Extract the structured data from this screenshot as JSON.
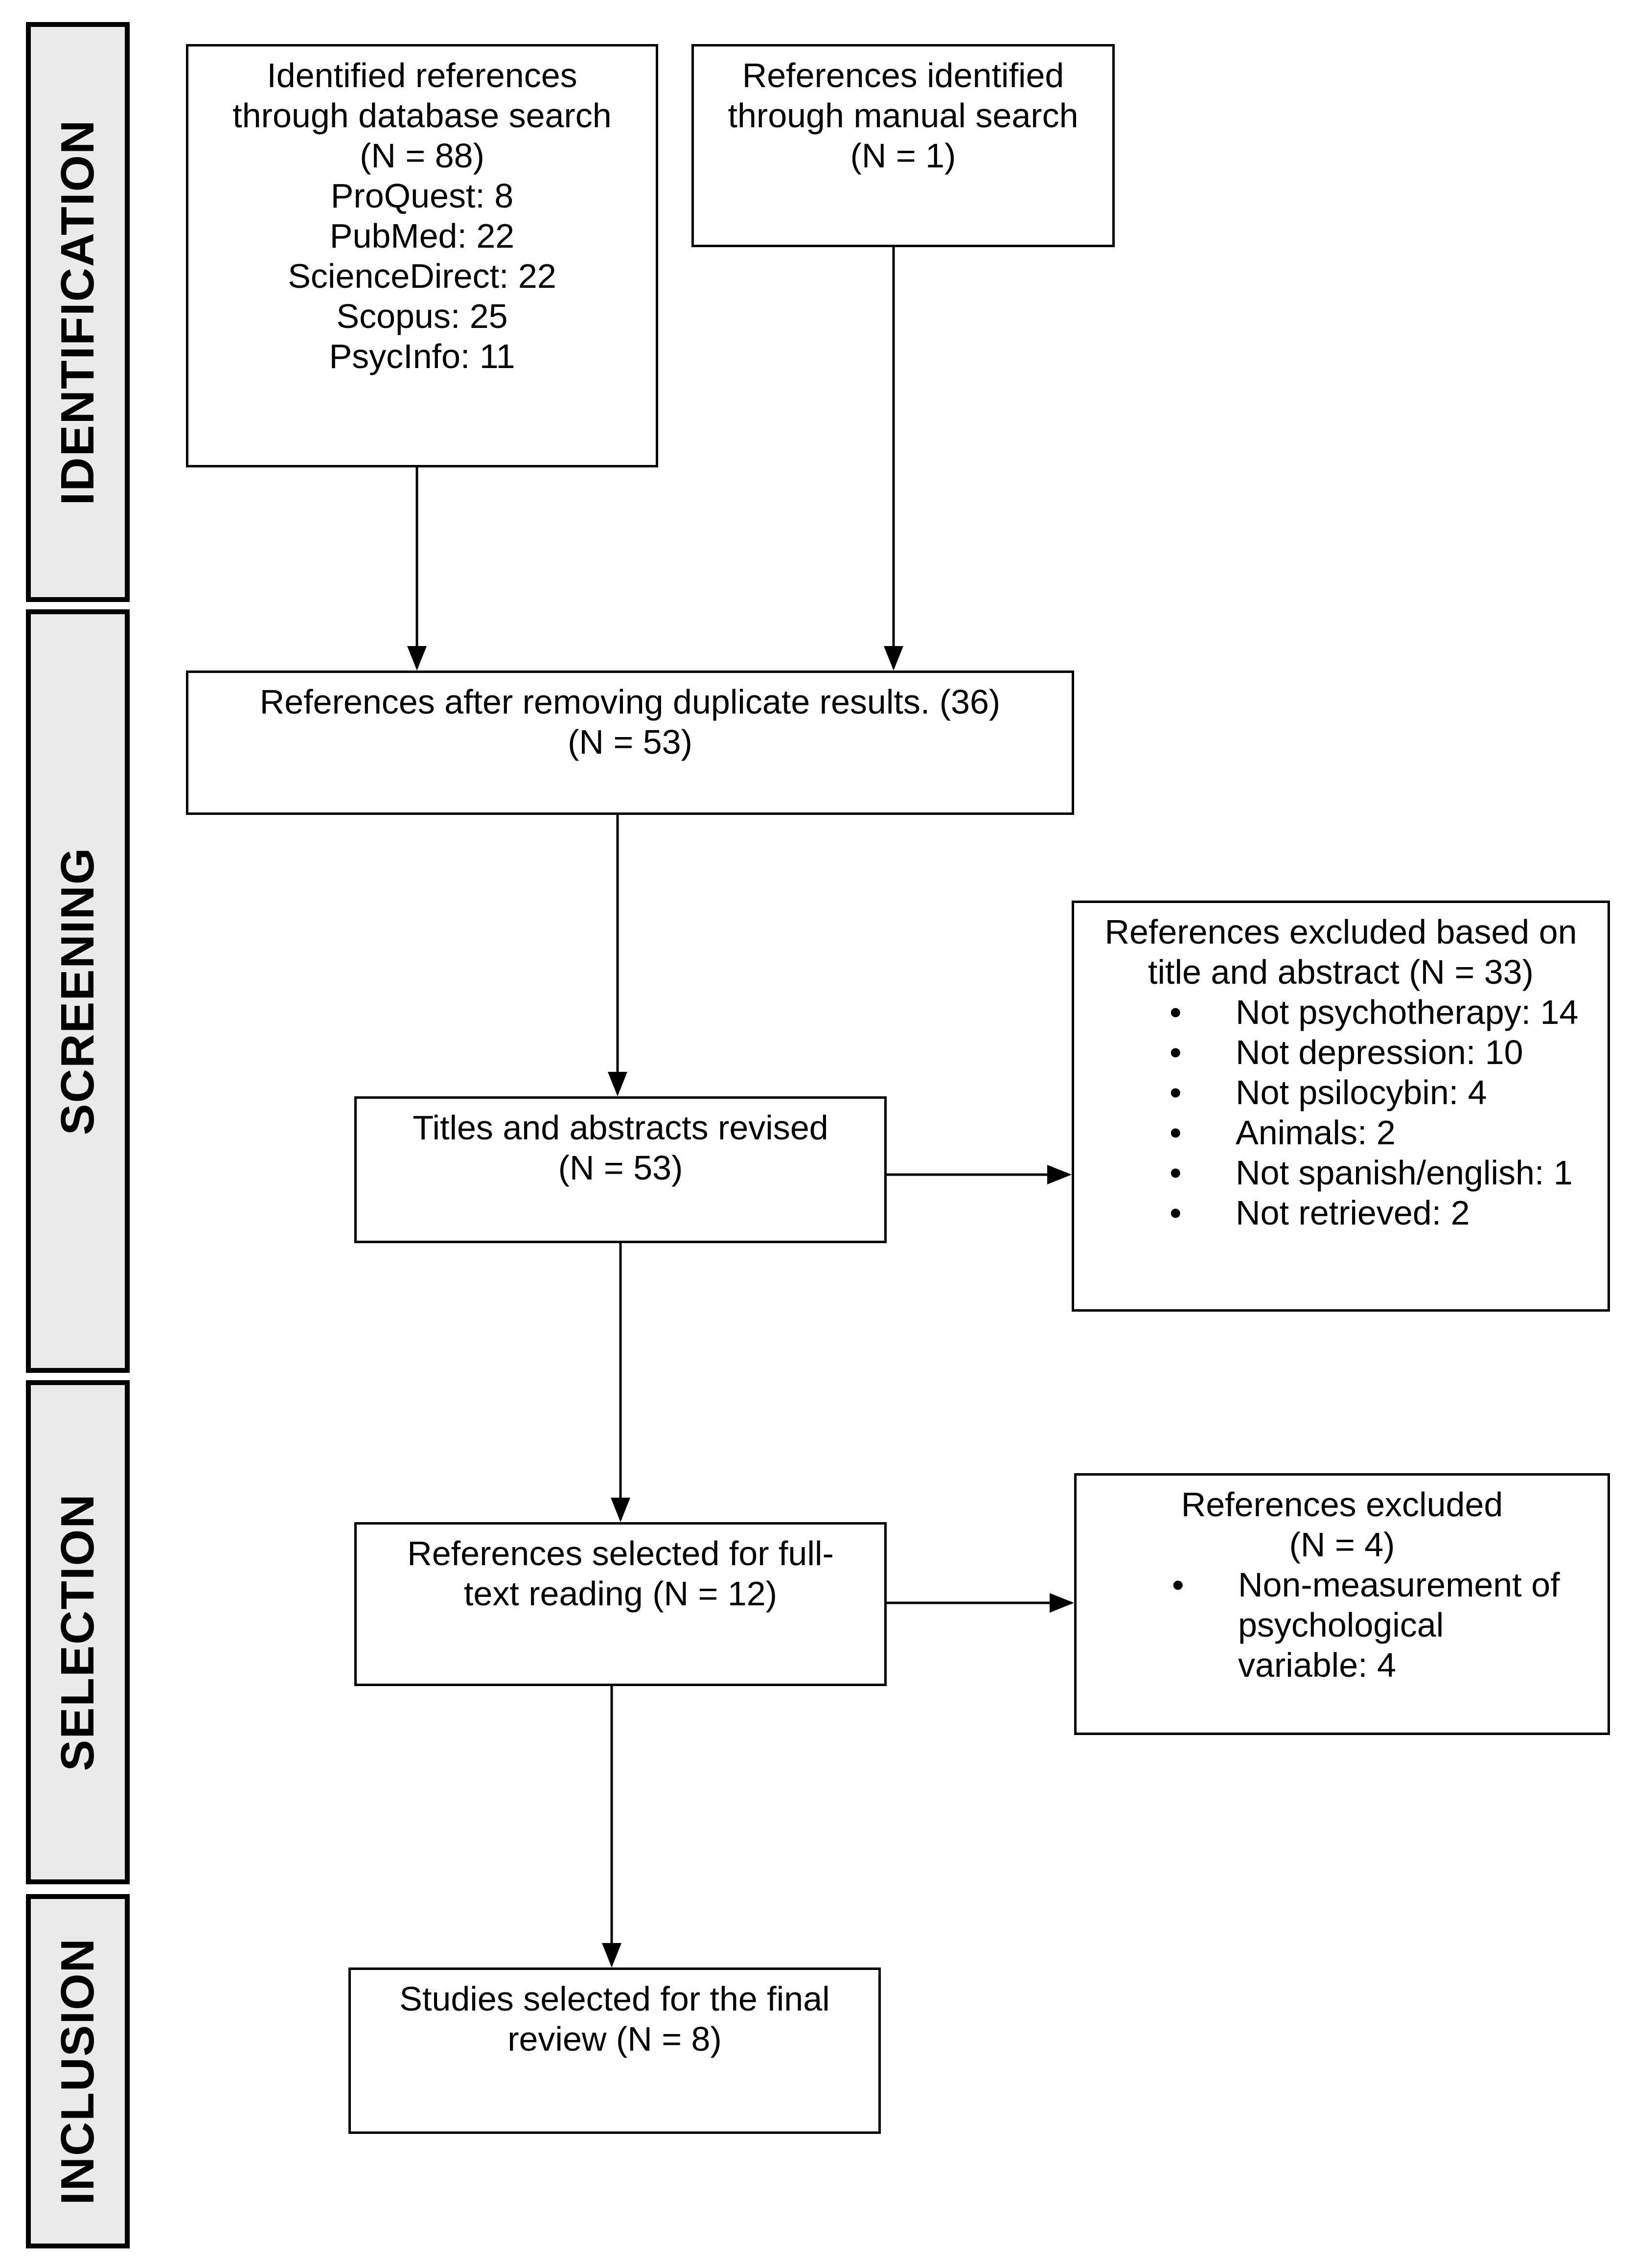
{
  "phases": [
    {
      "label": "IDENTIFICATION"
    },
    {
      "label": "SCREENING"
    },
    {
      "label": "SELECTION"
    },
    {
      "label": "INCLUSION"
    }
  ],
  "boxes": {
    "database_search": {
      "lines": [
        "Identified references",
        "through database search",
        "(N = 88)",
        "ProQuest: 8",
        "PubMed: 22",
        "ScienceDirect: 22",
        "Scopus: 25",
        "PsycInfo: 11"
      ]
    },
    "manual_search": {
      "lines": [
        "References identified",
        "through manual search",
        "(N = 1)"
      ]
    },
    "after_duplicates": {
      "lines": [
        "References after removing duplicate results. (36)",
        "(N = 53)"
      ]
    },
    "titles_abstracts": {
      "lines": [
        "Titles and abstracts revised",
        "(N = 53)"
      ]
    },
    "excluded_title_abstract": {
      "lines": [
        "References excluded based on",
        "title and abstract (N = 33)"
      ],
      "bullets": [
        "Not psychotherapy: 14",
        "Not depression: 10",
        "Not psilocybin: 4",
        "Animals: 2",
        "Not spanish/english: 1",
        "Not retrieved: 2"
      ]
    },
    "full_text": {
      "lines": [
        "References selected for full-",
        "text reading (N = 12)"
      ]
    },
    "excluded_full_text": {
      "lines": [
        "References excluded",
        "(N = 4)"
      ],
      "bullets": [
        "Non-measurement of",
        "psychological",
        "variable: 4"
      ]
    },
    "final_review": {
      "lines": [
        "Studies selected for the final",
        "review (N = 8)"
      ]
    }
  }
}
